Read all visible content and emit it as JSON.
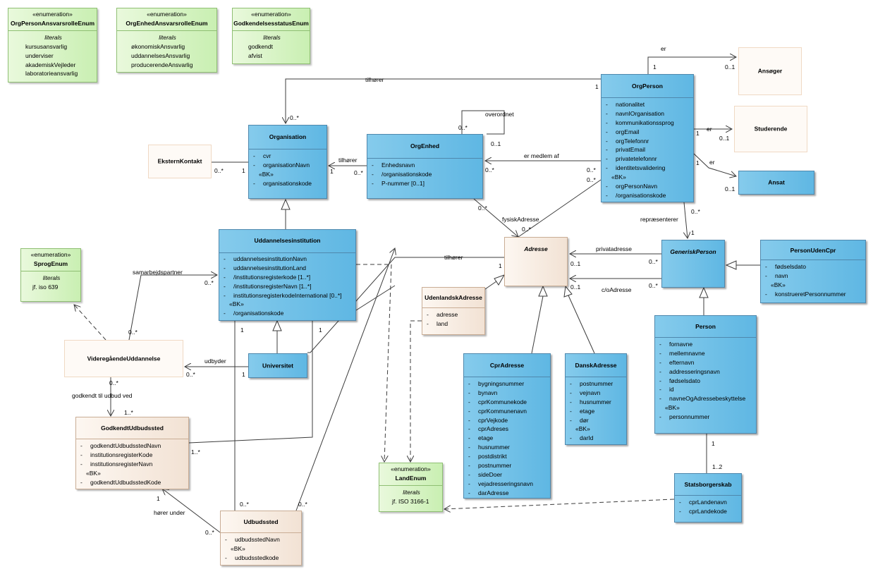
{
  "classes": {
    "orgPersonAnsvarsrolleEnum": {
      "stereotype": "«enumeration»",
      "name": "OrgPersonAnsvarsrolleEnum",
      "section": "literals",
      "items": [
        "kursusansvarlig",
        "underviser",
        "akademiskVejleder",
        "laboratorieansvarlig"
      ]
    },
    "orgEnhedAnsvarsrolleEnum": {
      "stereotype": "«enumeration»",
      "name": "OrgEnhedAnsvarsrolleEnum",
      "section": "literals",
      "items": [
        "økonomiskAnsvarlig",
        "uddannelsesAnsvarlig",
        "producerendeAnsvarlig"
      ]
    },
    "godkendelsesstatusEnum": {
      "stereotype": "«enumeration»",
      "name": "GodkendelsesstatusEnum",
      "section": "literals",
      "items": [
        "godkendt",
        "afvist"
      ]
    },
    "sprogEnum": {
      "stereotype": "«enumeration»",
      "name": "SprogEnum",
      "section": "literals",
      "items": [
        "jf. iso 639"
      ]
    },
    "landEnum": {
      "stereotype": "«enumeration»",
      "name": "LandEnum",
      "section": "literals",
      "items": [
        "jf. ISO 3166-1"
      ]
    },
    "organisation": {
      "name": "Organisation",
      "attrs": [
        "cvr",
        "organisationNavn"
      ],
      "bk": "«BK»",
      "bkAttrs": [
        "organisationskode"
      ]
    },
    "orgEnhed": {
      "name": "OrgEnhed",
      "attrs": [
        "Enhedsnavn",
        "/organisationskode",
        "P-nummer [0..1]"
      ]
    },
    "orgPerson": {
      "name": "OrgPerson",
      "attrs": [
        "nationalitet",
        "navnIOrganisation",
        "kommunikationssprog",
        "orgEmail",
        "orgTelefonnr",
        "privatEmail",
        "privatetelefonnr",
        "identitetsvalidering"
      ],
      "bk": "«BK»",
      "bkAttrs": [
        "orgPersonNavn",
        "/organisationskode"
      ]
    },
    "eksternKontakt": {
      "name": "EksternKontakt"
    },
    "ansoeger": {
      "name": "Ansøger"
    },
    "studerende": {
      "name": "Studerende"
    },
    "ansat": {
      "name": "Ansat"
    },
    "uddannelsesinstitution": {
      "name": "Uddannelsesinstitution",
      "attrs": [
        "uddannelsesinstitutionNavn",
        "uddannelsesinstitutionLand",
        "/institutionsregisterkode [1..*]",
        "/institutionsregisterNavn [1..*]",
        "institutionsregisterkodeInternational [0..*]"
      ],
      "bk": "«BK»",
      "bkAttrs": [
        "/organisationskode"
      ]
    },
    "adresse": {
      "name": "Adresse"
    },
    "generiskPerson": {
      "name": "GeneriskPerson"
    },
    "personUdenCpr": {
      "name": "PersonUdenCpr",
      "attrs": [
        "fødselsdato",
        "navn"
      ],
      "bk": "«BK»",
      "bkAttrs": [
        "konstrueretPersonnummer"
      ]
    },
    "udenlandskAdresse": {
      "name": "UdenlandskAdresse",
      "attrs": [
        "adresse",
        "land"
      ]
    },
    "videregaaendeUddannelse": {
      "name": "VideregåendeUddannelse"
    },
    "universitet": {
      "name": "Universitet"
    },
    "cprAdresse": {
      "name": "CprAdresse",
      "attrs": [
        "bygningsnummer",
        "bynavn",
        "cprKommunekode",
        "cprKommunenavn",
        "cprVejkode",
        "cprAdreses",
        "etage",
        "husnummer",
        "postdistrikt",
        "postnummer",
        "sideDoer",
        "vejadresseringsnavn",
        "darAdresse"
      ]
    },
    "danskAdresse": {
      "name": "DanskAdresse",
      "attrs": [
        "postnummer",
        "vejnavn",
        "husnummer",
        "etage",
        "dør"
      ],
      "bk": "«BK»",
      "bkAttrs": [
        "darId"
      ]
    },
    "person": {
      "name": "Person",
      "attrs": [
        "fornavne",
        "mellemnavne",
        "efternavn",
        "addresseringsnavn",
        "fødselsdato",
        "id",
        "navneOgAdressebeskyttelse"
      ],
      "bk": "«BK»",
      "bkAttrs": [
        "personnummer"
      ]
    },
    "godkendtUdbudssted": {
      "name": "GodkendtUdbudssted",
      "attrs": [
        "godkendtUdbudsstedNavn",
        "institutionsregisterKode",
        "institutionsregisterNavn"
      ],
      "bk": "«BK»",
      "bkAttrs": [
        "godkendtUdbudsstedKode"
      ]
    },
    "udbudssted": {
      "name": "Udbudssted",
      "attrs": [
        "udbudsstedNavn"
      ],
      "bk": "«BK»",
      "bkAttrs": [
        "udbudsstedkode"
      ]
    },
    "statsborgerskab": {
      "name": "Statsborgerskab",
      "attrs": [
        "cprLandenavn",
        "cprLandekode"
      ]
    }
  },
  "edgeLabels": {
    "er1": "er",
    "m1a": "1",
    "m1b": "0..1",
    "tilhoerer1": "tilhører",
    "m2a": "1",
    "m2b": "0..*",
    "overordnet": "overordnet",
    "m3a": "0..*",
    "m3b": "0..1",
    "tilhoerer2": "tilhører",
    "m4a": "1",
    "m4b": "0..*",
    "m5a": "0..*",
    "m5b": "1",
    "er2": "er",
    "m6a": "1",
    "m6b": "0..1",
    "er3": "er",
    "m7a": "1",
    "m7b": "0..1",
    "ermedlemaf": "er medlem af",
    "m8a": "0..*",
    "m8b": "0..*",
    "fysiskAdresse": "fysiskAdresse",
    "m9a": "0..*",
    "m9b": "0..*",
    "repraesenterer": "repræsenterer",
    "m10a": "0..*",
    "m10b": "1",
    "privatadresse": "privatadresse",
    "m11a": "0..1",
    "m11b": "0..*",
    "coAdresse": "c/oAdresse",
    "m12a": "0..1",
    "m12b": "0..*",
    "tilhoerer3": "tilhører",
    "m13a": "1",
    "samarbejdspartner": "samarbejdspartner",
    "m14a": "0..*",
    "m14b": "0..*",
    "udbyder": "udbyder",
    "m15a": "0..*",
    "m15b": "1",
    "godkendt": "godkendt til udbud ved",
    "m16a": "0..*",
    "m16b": "1..*",
    "m17a": "1",
    "m17b": "1..*",
    "m18a": "1",
    "hoererunder": "hører under",
    "m19a": "1",
    "m19b": "0..*",
    "m20a": "0..*",
    "m21a": "0..*",
    "m22a": "1",
    "m22b": "1..2"
  }
}
